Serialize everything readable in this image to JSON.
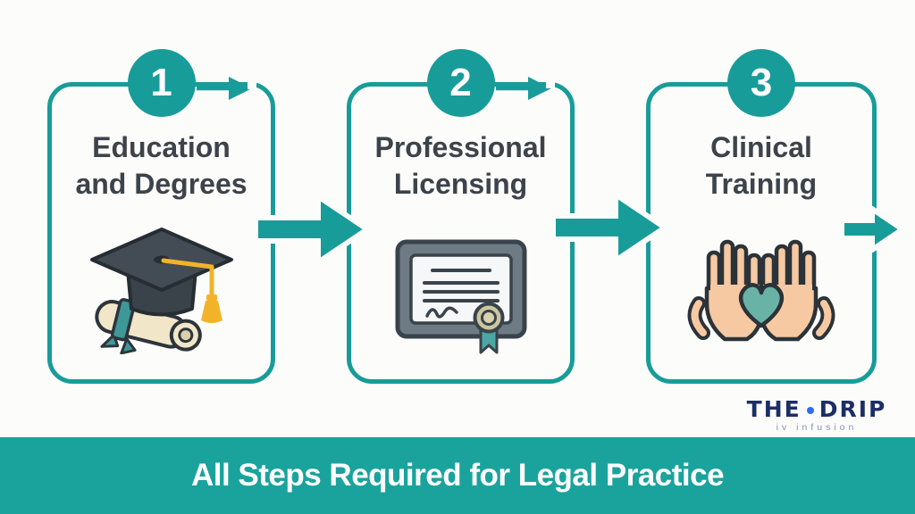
{
  "colors": {
    "teal": "#189c99",
    "banner_bg": "#1aa39d",
    "heading": "#3d434a",
    "background": "#fcfcfb",
    "navy": "#1d2e66",
    "tagline": "#8292b3"
  },
  "steps": [
    {
      "number": "1",
      "title_lines": [
        "Education",
        "and Degrees"
      ],
      "icon": "graduation-cap-diploma"
    },
    {
      "number": "2",
      "title_lines": [
        "Professional",
        "Licensing"
      ],
      "icon": "certificate-seal"
    },
    {
      "number": "3",
      "title_lines": [
        "Clinical",
        "Training"
      ],
      "icon": "hands-holding-heart"
    }
  ],
  "banner": {
    "text": "All Steps Required for Legal Practice"
  },
  "brand": {
    "name_part1": "THE",
    "name_part2": "DRIP",
    "tagline": "iv infusion"
  }
}
